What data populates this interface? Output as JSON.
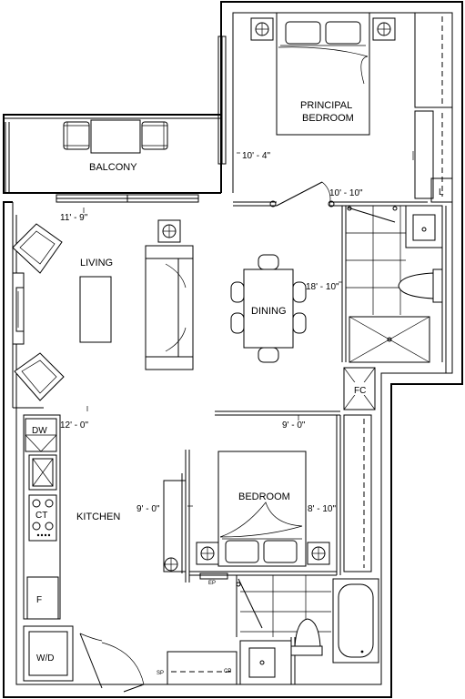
{
  "rooms": {
    "principal_bedroom_line1": "PRINCIPAL",
    "principal_bedroom_line2": "BEDROOM",
    "balcony": "BALCONY",
    "living": "LIVING",
    "dining": "DINING",
    "bedroom": "BEDROOM",
    "kitchen": "KITCHEN"
  },
  "dimensions": {
    "principal_bedroom_width": "10' - 4\"",
    "principal_bedroom_length": "10' - 10\"",
    "living_width": "11' - 9\"",
    "dining_length": "18' - 10\"",
    "living_depth": "12' - 0\"",
    "bedroom_width": "9' - 0\"",
    "bedroom_length": "8' - 10\"",
    "bedroom_depth": "9' - 0\""
  },
  "fixtures": {
    "linen": "L",
    "fan_coil": "FC",
    "dishwasher": "DW",
    "cooktop": "CT",
    "fridge": "F",
    "washer_dryer": "W/D",
    "electrical_panel": "EP",
    "closet_pole": "CP",
    "shelf": "SP"
  }
}
